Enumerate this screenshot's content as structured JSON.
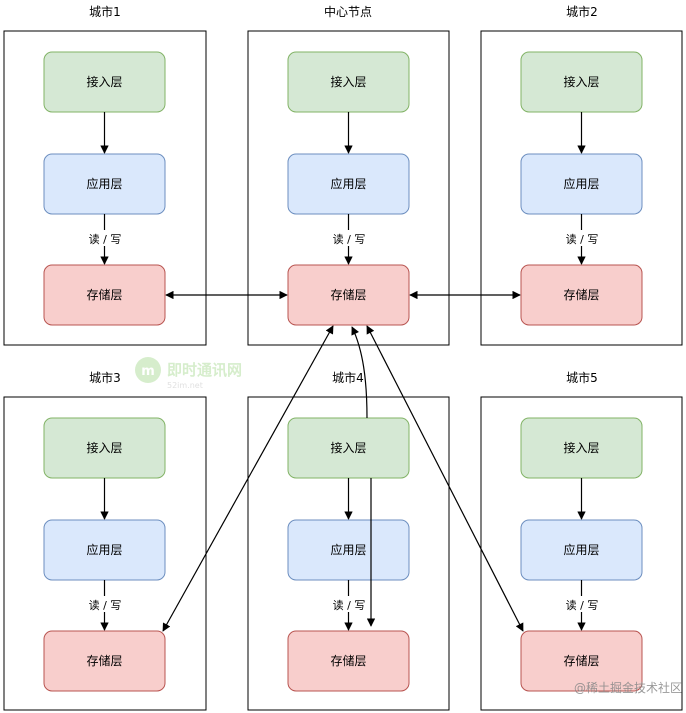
{
  "clusters": [
    {
      "id": "city1",
      "title": "城市1"
    },
    {
      "id": "center",
      "title": "中心节点"
    },
    {
      "id": "city2",
      "title": "城市2"
    },
    {
      "id": "city3",
      "title": "城市3"
    },
    {
      "id": "city4",
      "title": "城市4"
    },
    {
      "id": "city5",
      "title": "城市5"
    }
  ],
  "layers": {
    "access": "接入层",
    "app": "应用层",
    "storage": "存储层"
  },
  "edge_label": "读 / 写",
  "colors": {
    "access_fill": "#d5e8d4",
    "access_stroke": "#82b366",
    "app_fill": "#dae8fc",
    "app_stroke": "#6c8ebf",
    "storage_fill": "#f8cecc",
    "storage_stroke": "#b85450"
  },
  "watermarks": {
    "center_logo": "即时通讯网",
    "center_sub": "52im.net",
    "corner": "@稀土掘金技术社区"
  }
}
